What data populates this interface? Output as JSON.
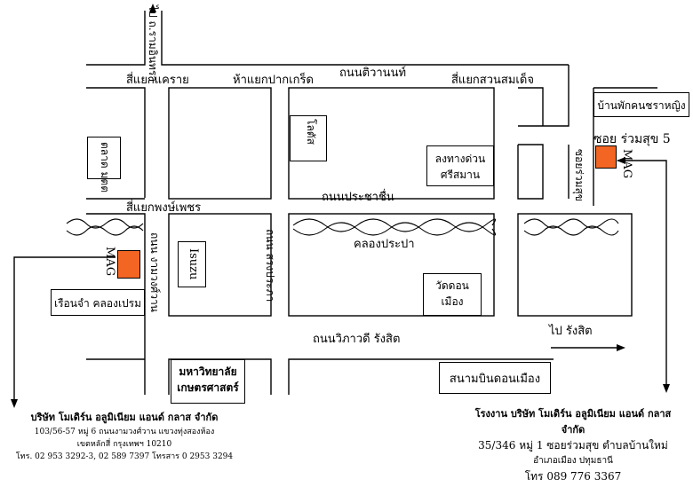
{
  "roads": {
    "wiwawat": "ถนนติวานนท์",
    "pracha_chuen": "ถนนประชาชื่น",
    "wiphawadi": "ถนนวิภาวดี รังสิต",
    "ngam_wong_wan": "ถนน งามวงศ์วาน",
    "songprapa": "ถนน สรงประภา",
    "ram_intra": "ไป ถ.รามอินทรา",
    "soi_ruamsuk_5": "ซอย ร่วมสุข 5",
    "soi_ruamsuk_v": "ซอยร่วมสุข",
    "to_rangsit": "ไป รังสิต",
    "klong": "คลองประปา"
  },
  "intersections": {
    "khae_rai": "สี่แยกแคราย",
    "pak_kret": "ห้าแยกปากเกร็ด",
    "suan_somdet": "สี่แยกสวนสมเด็จ",
    "phong_phet": "สี่แยกพงษ์เพชร"
  },
  "places": {
    "boys_home": "บ้านพักคนชราหญิง",
    "lotus": "โลตัส",
    "mall_v": "ตลาด มตต",
    "toll": "ลงทางด่วน ศรีสมาน",
    "isuzu": "Isuzu",
    "prison": "เรือนจำ คลองเปรม",
    "wat_don_mueang": "วัดดอน เมือง",
    "kasetsart": "มหาวิทยาลัย เกษตรศาสตร์",
    "airport": "สนามบินดอนเมือง",
    "mag": "MAG"
  },
  "address_left": {
    "company": "บริษัท โมเดิร์น อลูมิเนียม แอนด์ กลาส จำกัด",
    "line1": "103/56-57 หมู่ 6 ถนนงามวงศ์วาน แขวงทุ่งสองห้อง",
    "line2": "เขตหลักสี่ กรุงเทพฯ 10210",
    "line3": "โทร.  02 953 3292-3, 02 589 7397 โทรสาร 0 2953 3294"
  },
  "address_right": {
    "company": "โรงงาน บริษัท โมเดิร์น อลูมิเนียม แอนด์ กลาส จำกัด",
    "line1": "35/346 หมู่ 1 ซอยร่วมสุข ตำบลบ้านใหม่",
    "line2": "อำเภอเมือง ปทุมธานี",
    "line3": "โทร 089 776 3367"
  },
  "colors": {
    "mag": "#f26522",
    "line": "#000000"
  }
}
